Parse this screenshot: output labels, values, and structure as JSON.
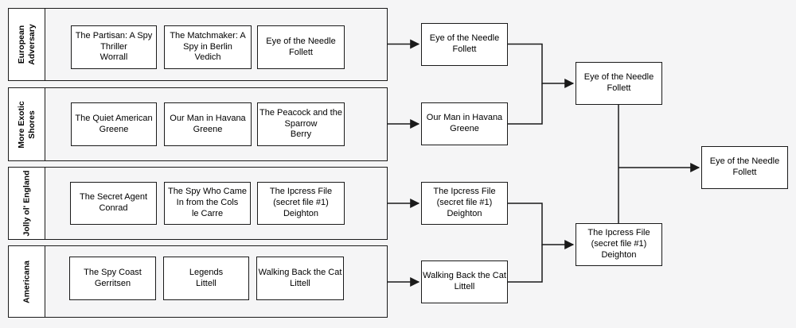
{
  "diagram": {
    "background_color": "#f5f5f6",
    "node_fill_color": "#ffffff",
    "line_color": "#1a1a1a"
  },
  "groups": [
    {
      "label": "European Adversary",
      "books": [
        {
          "title": "The Partisan: A Spy Thriller",
          "author": "Worrall"
        },
        {
          "title": "The Matchmaker: A Spy in Berlin",
          "author": "Vedich"
        },
        {
          "title": "Eye of the Needle",
          "author": "Follett"
        }
      ]
    },
    {
      "label": "More Exotic Shores",
      "books": [
        {
          "title": "The Quiet American",
          "author": "Greene"
        },
        {
          "title": "Our Man in Havana",
          "author": "Greene"
        },
        {
          "title": "The Peacock and the Sparrow",
          "author": "Berry"
        }
      ]
    },
    {
      "label": "Jolly ol' England",
      "books": [
        {
          "title": "The Secret Agent",
          "author": "Conrad"
        },
        {
          "title": "The Spy Who Came In from the Cols",
          "author": "le Carre"
        },
        {
          "title": "The Ipcress File (secret file #1)",
          "author": "Deighton"
        }
      ]
    },
    {
      "label": "Americana",
      "books": [
        {
          "title": "The Spy Coast",
          "author": "Gerritsen"
        },
        {
          "title": "Legends",
          "author": "Littell"
        },
        {
          "title": "Walking Back the Cat",
          "author": "Littell"
        }
      ]
    }
  ],
  "round2": [
    {
      "title": "Eye of the Needle",
      "author": "Follett"
    },
    {
      "title": "Our Man in Havana",
      "author": "Greene"
    },
    {
      "title": "The Ipcress File (secret file #1)",
      "author": "Deighton"
    },
    {
      "title": "Walking Back the Cat",
      "author": "Littell"
    }
  ],
  "semifinals": [
    {
      "title": "Eye of the Needle",
      "author": "Follett"
    },
    {
      "title": "The Ipcress File (secret file #1)",
      "author": "Deighton"
    }
  ],
  "final": {
    "title": "Eye of the Needle",
    "author": "Follett"
  }
}
